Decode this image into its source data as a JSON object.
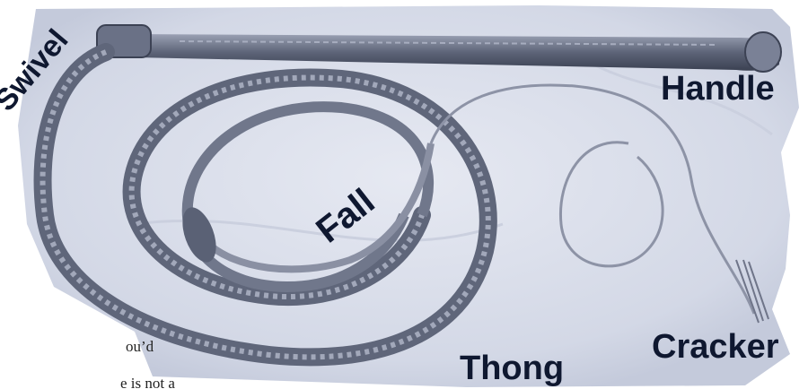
{
  "image": {
    "subject": "bullwhip photograph",
    "tint_color": "#dfe3ef",
    "whip_color": "#7a8196",
    "whip_dark": "#3c4254"
  },
  "labels": {
    "swivel": "Swivel",
    "handle": "Handle",
    "fall": "Fall",
    "thong": "Thong",
    "cracker": "Cracker"
  },
  "background_text": {
    "fragment_1": "ou’d",
    "fragment_2": "e is not a"
  }
}
